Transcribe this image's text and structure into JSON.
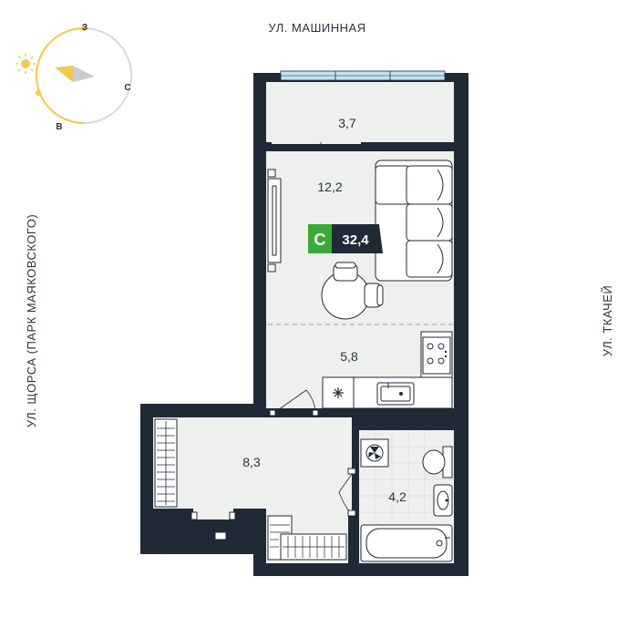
{
  "streets": {
    "top": "УЛ. МАШИННАЯ",
    "left": "УЛ. ЩОРСА (ПАРК МАЯКОВСКОГО)",
    "right": "УЛ. ТКАЧЕЙ"
  },
  "compass": {
    "west": "З",
    "south": "С",
    "east": "В",
    "sun_icon": "sun-icon",
    "accent": "#f2c94c",
    "track": "#d5d8dc"
  },
  "badge": {
    "type_letter": "С",
    "total_area": "32,4",
    "accent": "#3aa935",
    "dark": "#1f2a36"
  },
  "rooms": {
    "balcony": "3,7",
    "living": "12,2",
    "kitchen": "5,8",
    "hall": "8,3",
    "bathroom": "4,2"
  },
  "colors": {
    "wall": "#1f2a36",
    "floor": "#eef0ee",
    "window": "#bfe3f2"
  }
}
